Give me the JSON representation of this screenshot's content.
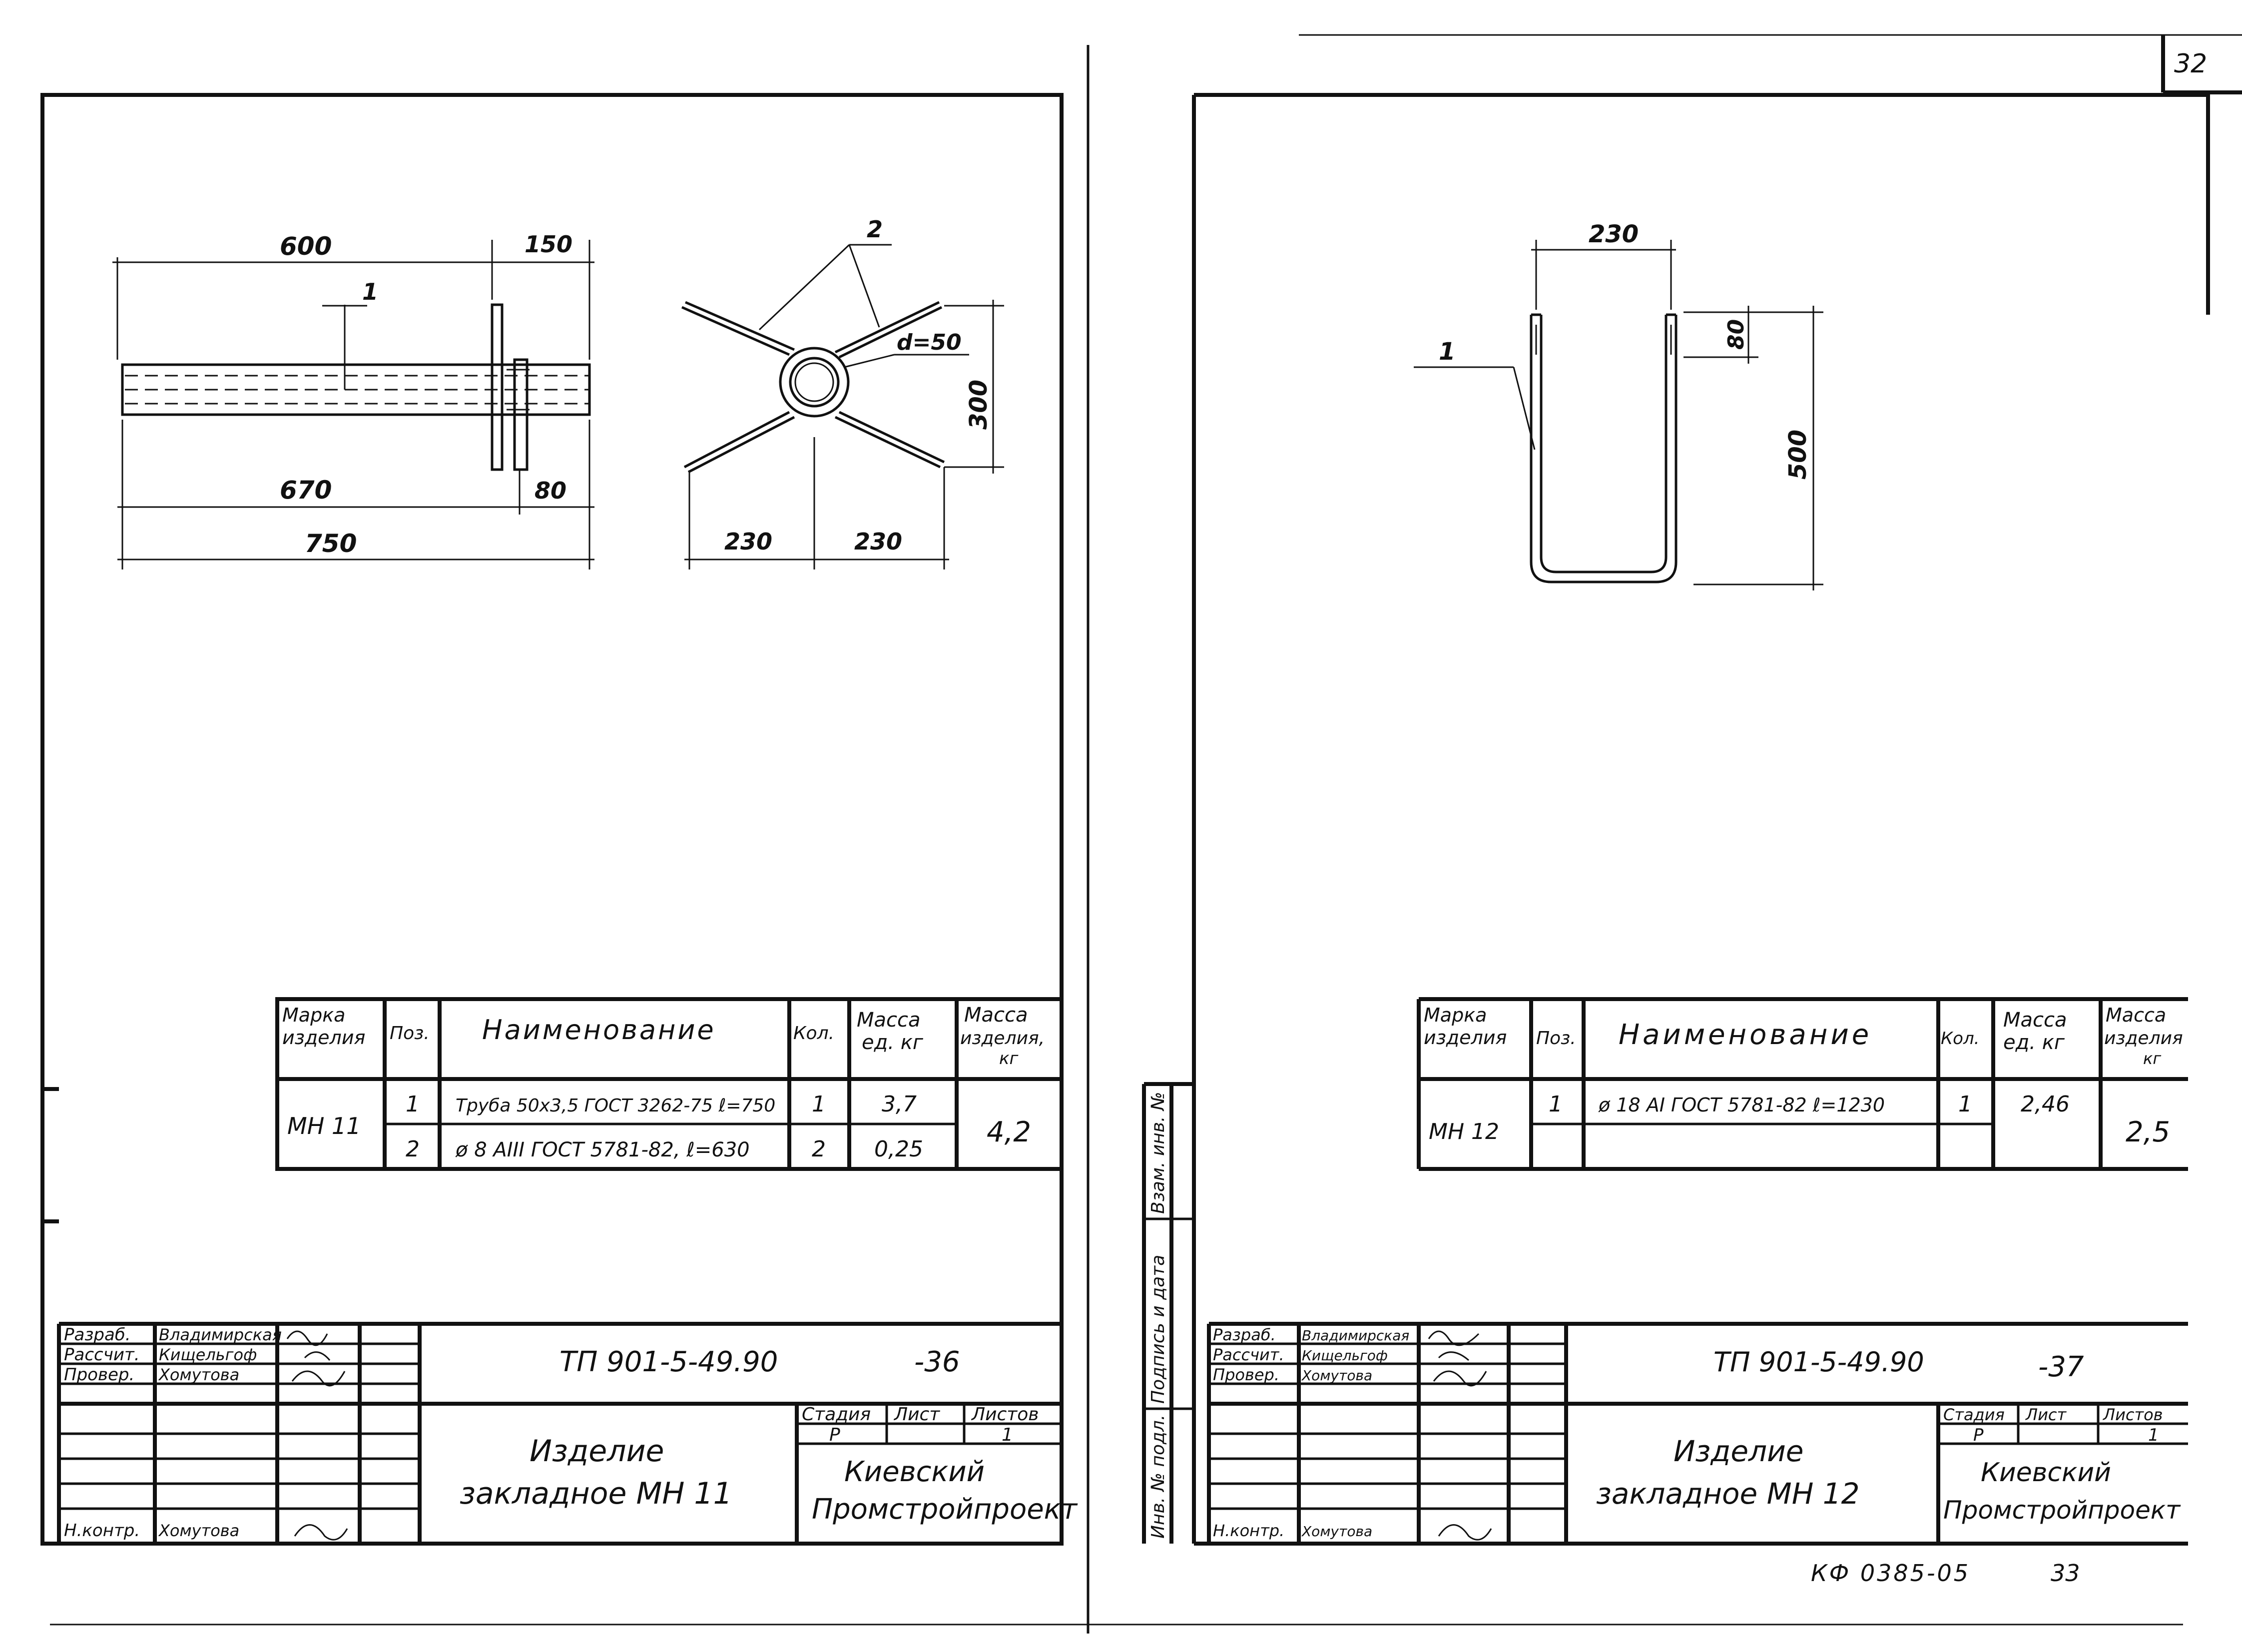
{
  "page_number": "32",
  "left_sheet": {
    "dims": {
      "d600": "600",
      "d150": "150",
      "d670": "670",
      "d80": "80",
      "d750": "750",
      "d230a": "230",
      "d230b": "230",
      "d300": "300",
      "d_pipe": "d=50"
    },
    "callouts": {
      "pos1": "1",
      "pos2": "2"
    },
    "spec": {
      "headers": {
        "mark": [
          "Марка",
          "изделия"
        ],
        "pos": "Поз.",
        "name": "Наименование",
        "qty": "Кол.",
        "unit_mass": [
          "Масса",
          "ед. кг"
        ],
        "item_mass": [
          "Масса",
          "изделия,",
          "кг"
        ]
      },
      "mark": "МН 11",
      "rows": [
        {
          "pos": "1",
          "name": "Труба 50x3,5 ГОСТ 3262-75 ℓ=750",
          "qty": "1",
          "mass": "3,7"
        },
        {
          "pos": "2",
          "name": "ø 8 AIII ГОСТ 5781-82, ℓ=630",
          "qty": "2",
          "mass": "0,25"
        }
      ],
      "total": "4,2"
    },
    "title_block": {
      "roles": [
        "Разраб.",
        "Рассчит.",
        "Провер.",
        "Н.контр."
      ],
      "names": [
        "Владимирская",
        "Кищельгоф",
        "Хомутова",
        "Хомутова"
      ],
      "code": "ТП 901-5-49.90",
      "sheet_no": "-36",
      "title1": "Изделие",
      "title2": "закладное МН 11",
      "stage_label": "Стадия",
      "sheet_label": "Лист",
      "sheets_label": "Листов",
      "stage": "Р",
      "sheet": "",
      "sheets": "1",
      "org1": "Киевский",
      "org2": "Промстройпроект"
    }
  },
  "right_sheet": {
    "dims": {
      "d230": "230",
      "d80": "80",
      "d500": "500"
    },
    "callouts": {
      "pos1": "1"
    },
    "side_stamp": [
      "Инв. № подл.",
      "Подпись и дата",
      "Взам. инв. №"
    ],
    "spec": {
      "headers": {
        "mark": [
          "Марка",
          "изделия"
        ],
        "pos": "Поз.",
        "name": "Наименование",
        "qty": "Кол.",
        "unit_mass": [
          "Масса",
          "ед. кг"
        ],
        "item_mass": [
          "Масса",
          "изделия",
          "кг"
        ]
      },
      "mark": "МН 12",
      "rows": [
        {
          "pos": "1",
          "name": "ø 18 AI ГОСТ 5781-82 ℓ=1230",
          "qty": "1",
          "mass": "2,46"
        }
      ],
      "total": "2,5"
    },
    "title_block": {
      "roles": [
        "Разраб.",
        "Рассчит.",
        "Провер.",
        "Н.контр."
      ],
      "names": [
        "Владимирская",
        "Кищельгоф",
        "Хомутова",
        "Хомутова"
      ],
      "code": "ТП 901-5-49.90",
      "sheet_no": "-37",
      "title1": "Изделие",
      "title2": "закладное МН 12",
      "stage_label": "Стадия",
      "sheet_label": "Лист",
      "sheets_label": "Листов",
      "stage": "Р",
      "sheet": "",
      "sheets": "1",
      "org1": "Киевский",
      "org2": "Промстройпроект"
    }
  },
  "footer": {
    "code": "КФ 0385-05",
    "number": "33"
  }
}
